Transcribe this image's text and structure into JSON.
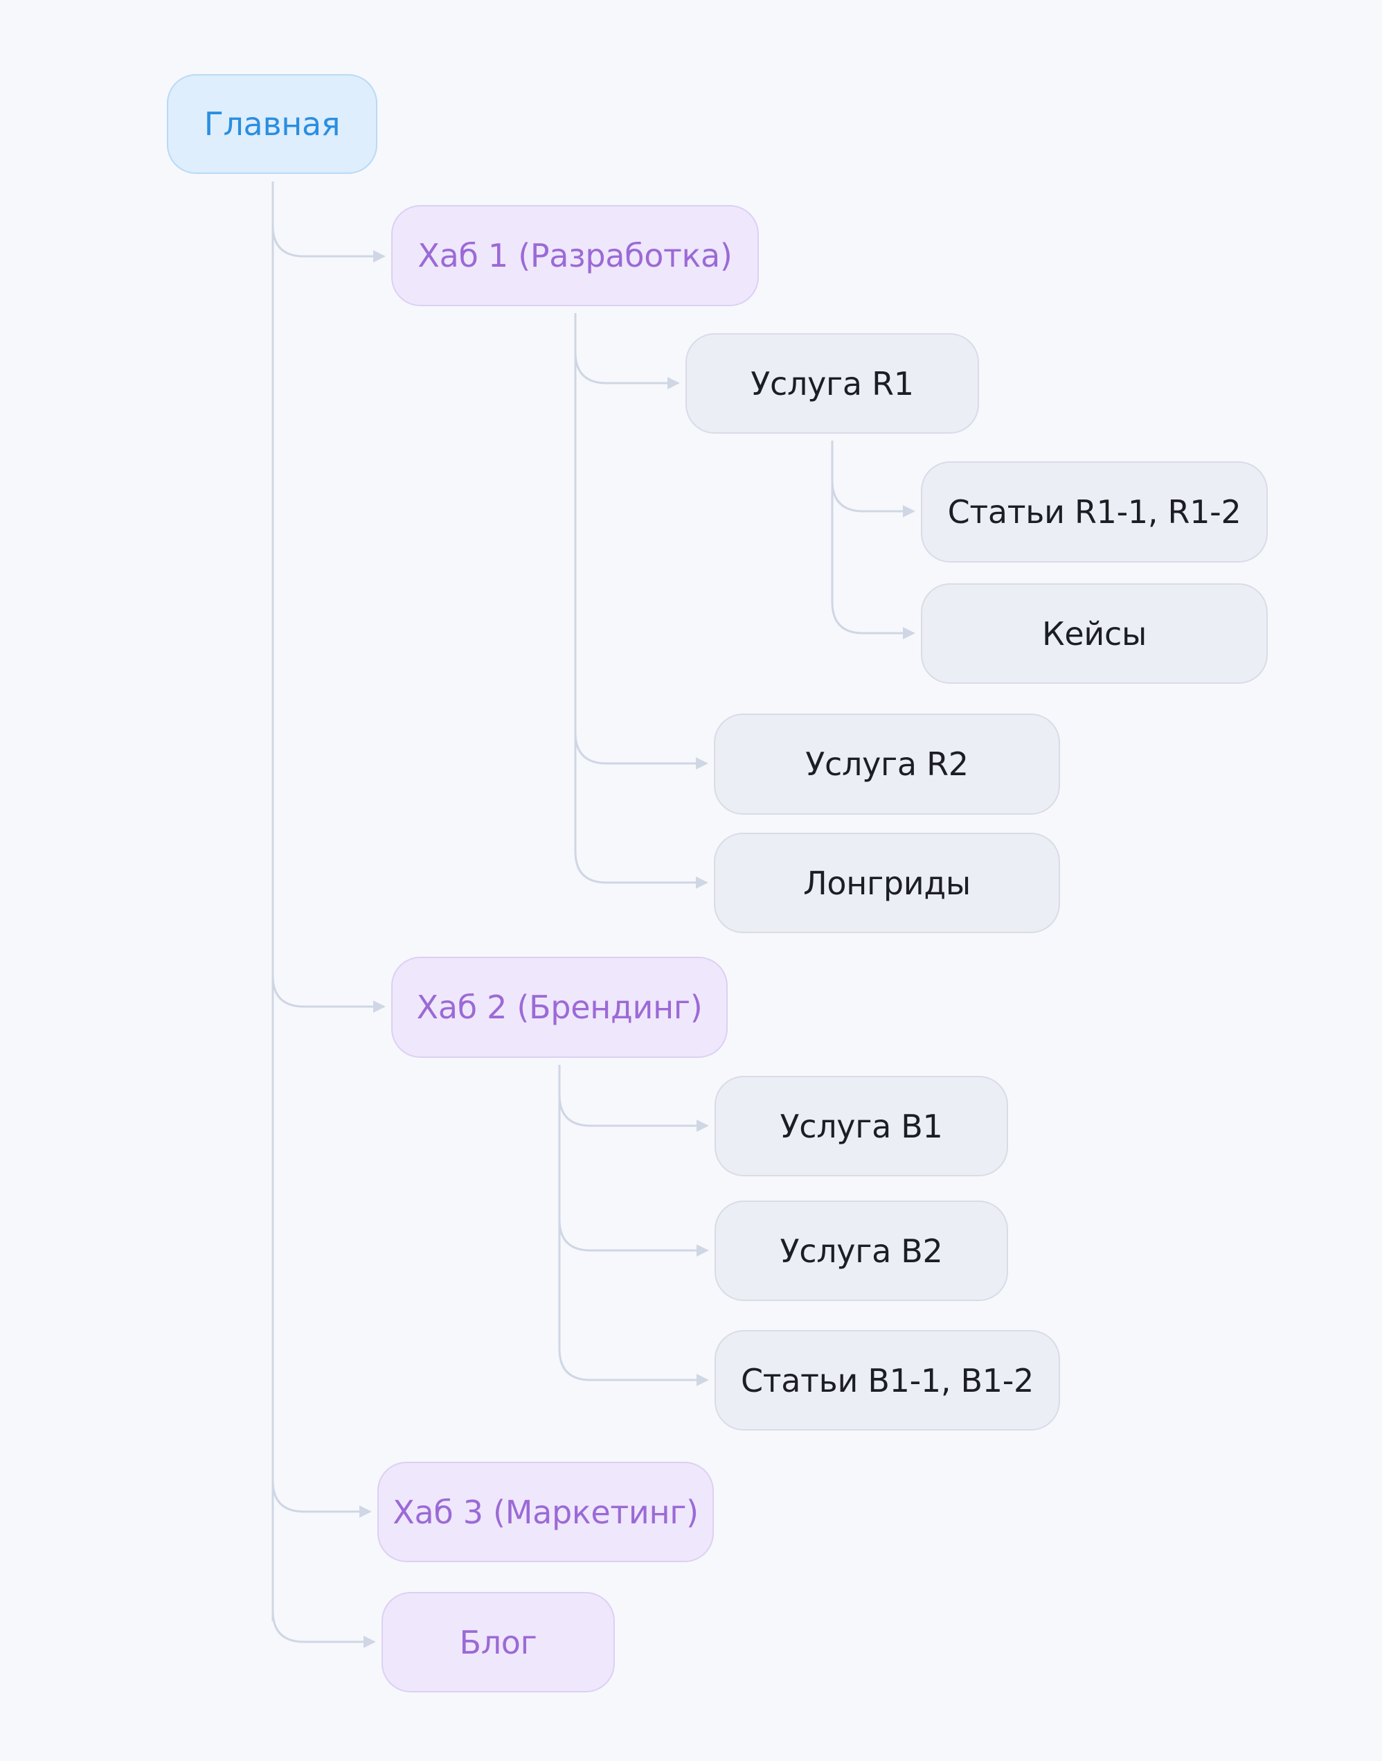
{
  "colors": {
    "background": "#f7f8fc",
    "connector": "#cfd6e4",
    "root_text": "#2a8ee0",
    "root_fill": "#deeefd",
    "hub_text": "#9b6ad6",
    "hub_fill": "#efe7fb",
    "leaf_text": "#1d1e24",
    "leaf_fill": "#eceef5"
  },
  "tree": {
    "root": "Главная",
    "hub1": {
      "label": "Хаб 1 (Разработка)",
      "service_r1": {
        "label": "Услуга R1",
        "articles": "Статьи R1-1, R1-2",
        "cases": "Кейсы"
      },
      "service_r2": "Услуга R2",
      "longreads": "Лонгриды"
    },
    "hub2": {
      "label": "Хаб 2 (Брендинг)",
      "service_b1": "Услуга B1",
      "service_b2": "Услуга B2",
      "articles": "Статьи B1-1, B1-2"
    },
    "hub3": {
      "label": "Хаб 3 (Маркетинг)"
    },
    "blog": "Блог"
  }
}
